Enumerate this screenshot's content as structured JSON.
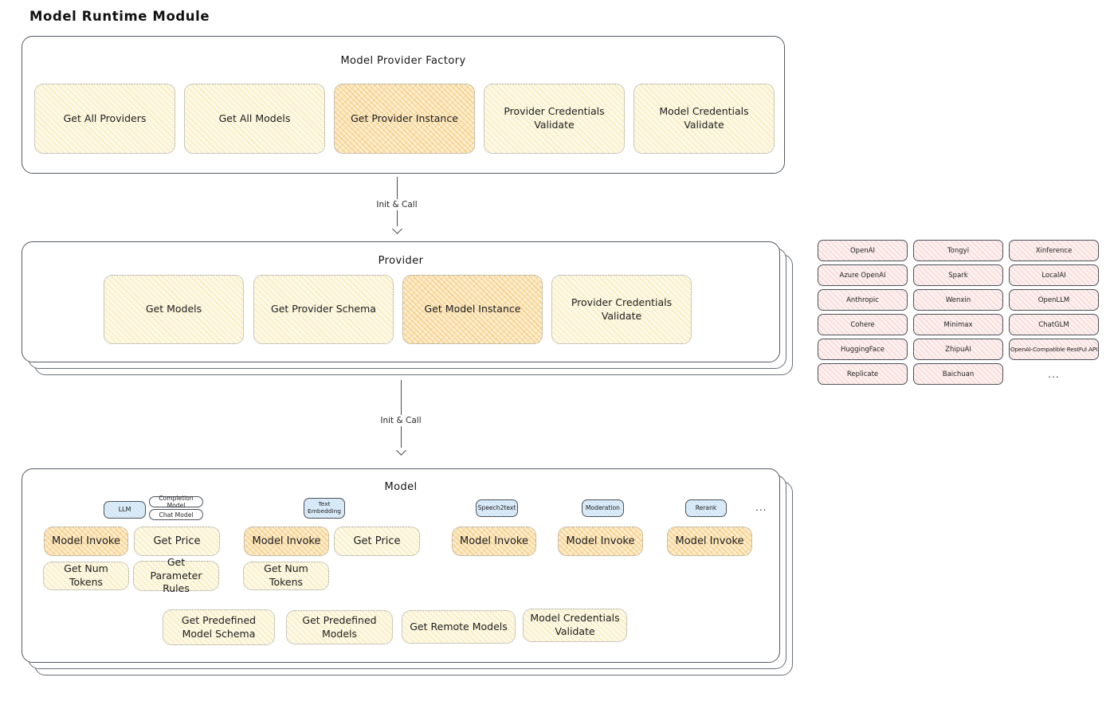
{
  "diagram": {
    "title": "Model Runtime Module",
    "arrow_label": "Init & Call",
    "factory": {
      "title": "Model Provider Factory",
      "items": [
        {
          "label": "Get All Providers"
        },
        {
          "label": "Get All Models"
        },
        {
          "label": "Get Provider Instance"
        },
        {
          "label": "Provider Credentials Validate"
        },
        {
          "label": "Model Credentials Validate"
        }
      ]
    },
    "provider": {
      "title": "Provider",
      "items": [
        {
          "label": "Get Models"
        },
        {
          "label": "Get Provider Schema"
        },
        {
          "label": "Get Model Instance"
        },
        {
          "label": "Provider Credentials Validate"
        }
      ]
    },
    "providers_list": {
      "items": [
        "OpenAI",
        "Tongyi",
        "Xinference",
        "Azure OpenAI",
        "Spark",
        "LocalAI",
        "Anthropic",
        "Wenxin",
        "OpenLLM",
        "Cohere",
        "Minimax",
        "ChatGLM",
        "HuggingFace",
        "ZhipuAI",
        "OpenAI-Compatible RestFul API",
        "Replicate",
        "Baichuan"
      ],
      "ellipsis": "..."
    },
    "model": {
      "title": "Model",
      "ellipsis": "...",
      "tabs": {
        "llm": "LLM",
        "completion_model": "Completion Model",
        "chat_model": "Chat Model",
        "text_embedding": "Text Embedding",
        "speech2text": "Speech2text",
        "moderation": "Moderation",
        "rerank": "Rerank"
      },
      "actions": {
        "model_invoke": "Model Invoke",
        "get_price": "Get Price",
        "get_num_tokens": "Get Num Tokens",
        "get_parameter_rules": "Get Parameter Rules"
      },
      "bottom": [
        "Get Predefined Model Schema",
        "Get Predefined Models",
        "Get Remote Models",
        "Model Credentials Validate"
      ]
    },
    "colors": {
      "yellow_fill": "#fdf9e7",
      "yellow_hatch": "#eecd69",
      "orange_fill": "#fcefd0",
      "orange_hatch": "#f0a837",
      "pink_fill": "#fdf1f0",
      "pink_hatch": "#e49494",
      "blue_fill": "#dcecf9",
      "border_dark": "#4c5258",
      "text": "#1c1c1c"
    }
  }
}
